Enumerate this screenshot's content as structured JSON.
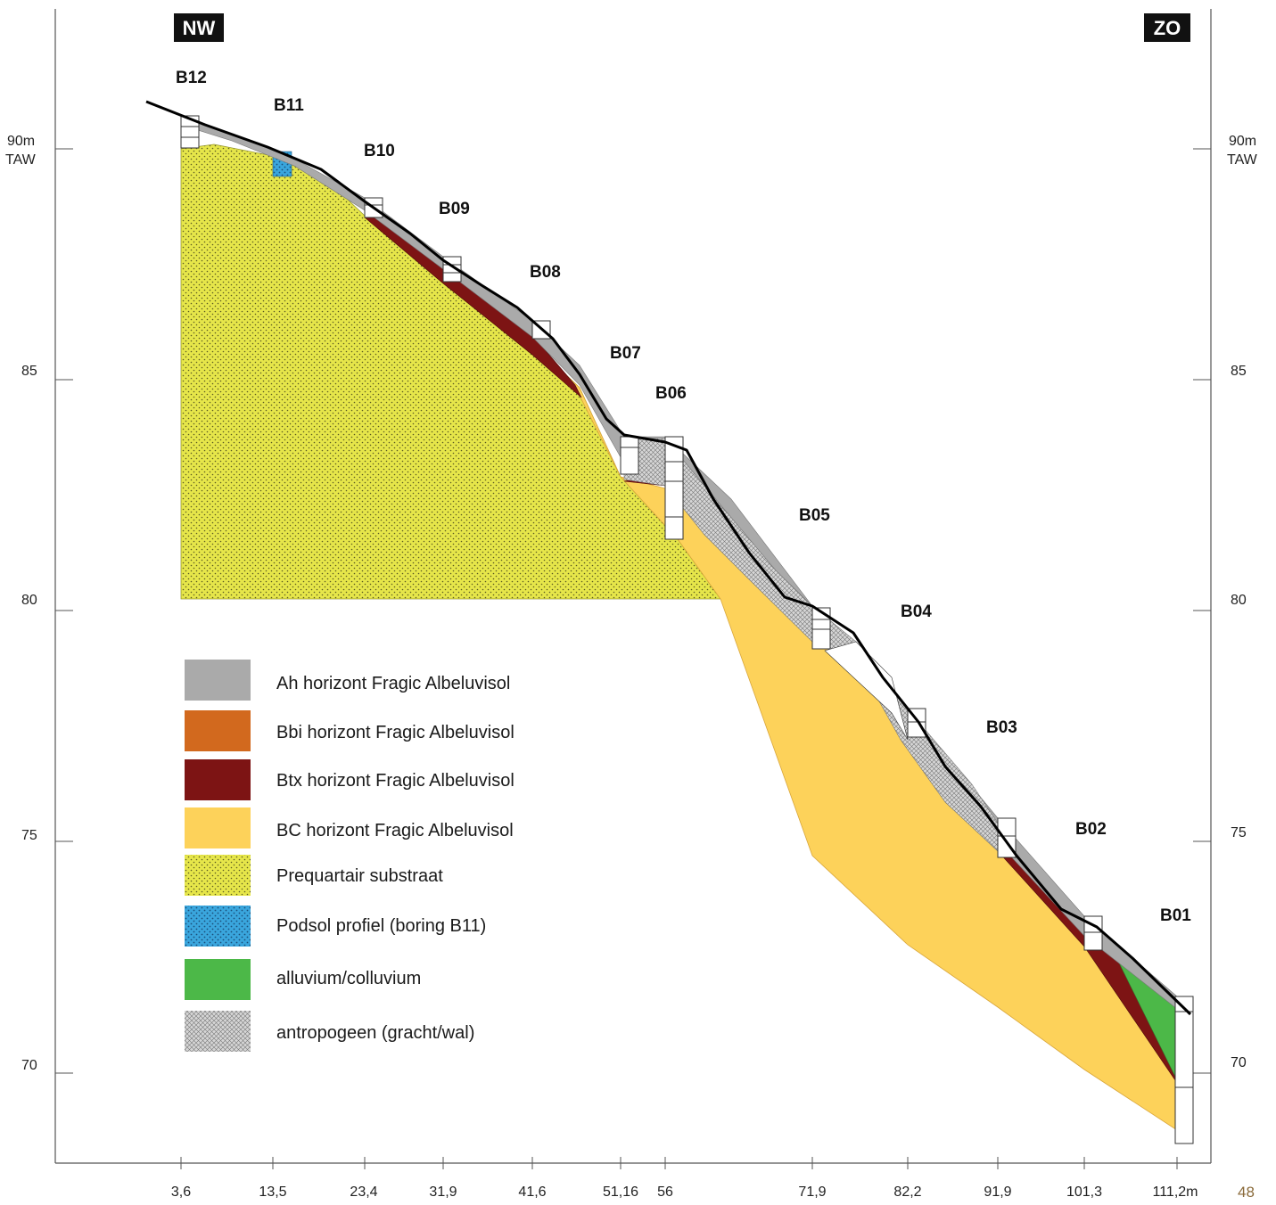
{
  "directions": {
    "left": "NW",
    "right": "ZO"
  },
  "elevation_axis": {
    "unit_line1": "90m",
    "unit_line2": "TAW",
    "ticks": [
      "85",
      "80",
      "75",
      "70"
    ],
    "right_ticks": [
      "90m",
      "85",
      "80",
      "75",
      "70"
    ]
  },
  "distance_axis": {
    "ticks": [
      "3,6",
      "13,5",
      "23,4",
      "31,9",
      "41,6",
      "51,16",
      "56",
      "71,9",
      "82,2",
      "91,9",
      "101,3",
      "111,2m"
    ]
  },
  "borings": [
    "B12",
    "B11",
    "B10",
    "B09",
    "B08",
    "B07",
    "B06",
    "B05",
    "B04",
    "B03",
    "B02",
    "B01"
  ],
  "legend": [
    {
      "label": "Ah horizont Fragic Albeluvisol",
      "color": "#aaaaaa",
      "pattern": "none"
    },
    {
      "label": "Bbi horizont Fragic Albeluvisol",
      "color": "#d2691e",
      "pattern": "none"
    },
    {
      "label": "Btx horizont Fragic Albeluvisol",
      "color": "#7d1414",
      "pattern": "none"
    },
    {
      "label": "BC horizont Fragic Albeluvisol",
      "color": "#fdd25a",
      "pattern": "none"
    },
    {
      "label": "Prequartair substraat",
      "color": "#e6e64a",
      "pattern": "dots"
    },
    {
      "label": "Podsol profiel (boring B11)",
      "color": "#3aa6dd",
      "pattern": "dots"
    },
    {
      "label": "alluvium/colluvium",
      "color": "#4cb848",
      "pattern": "none"
    },
    {
      "label": "antropogeen (gracht/wal)",
      "color": "#cccccc",
      "pattern": "cross"
    }
  ],
  "page_number": "48"
}
